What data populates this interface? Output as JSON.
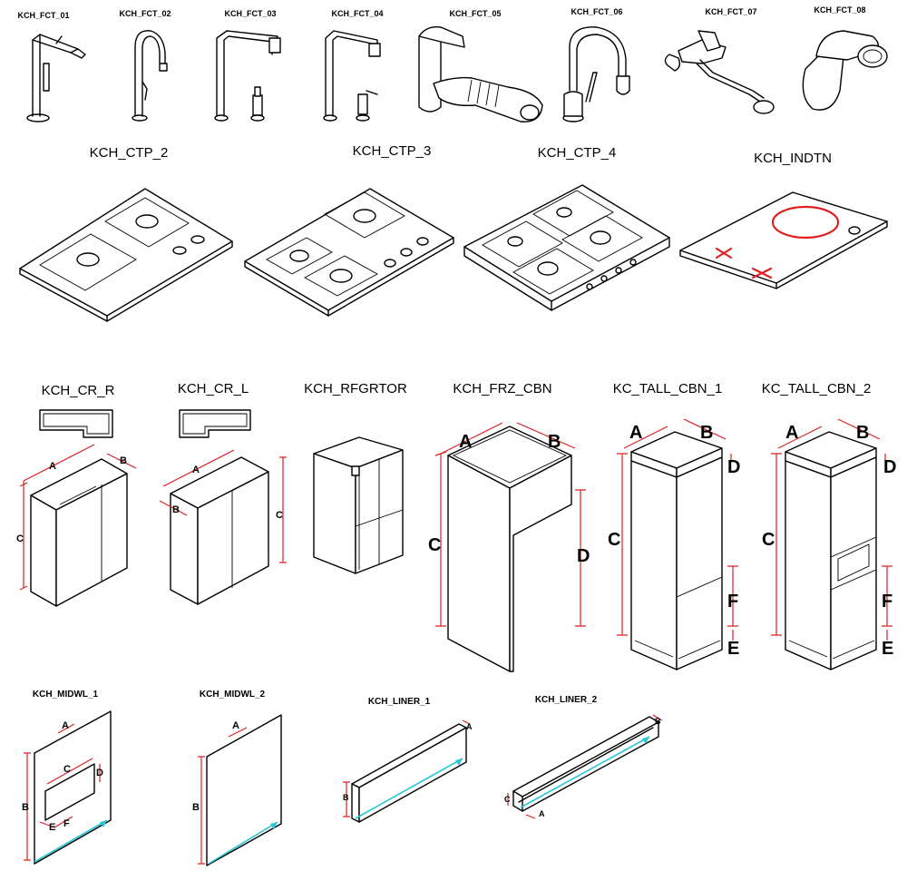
{
  "faucets": [
    "KCH_FCT_01",
    "KCH_FCT_02",
    "KCH_FCT_03",
    "KCH_FCT_04",
    "KCH_FCT_05",
    "KCH_FCT_06",
    "KCH_FCT_07",
    "KCH_FCT_08"
  ],
  "cooktops": [
    "KCH_CTP_2",
    "KCH_CTP_3",
    "KCH_CTP_4",
    "KCH_INDTN"
  ],
  "cabinets": [
    "KCH_CR_R",
    "KCH_CR_L",
    "KCH_RFGRTOR",
    "KCH_FRZ_CBN",
    "KC_TALL_CBN_1",
    "KC_TALL_CBN_2"
  ],
  "panels": [
    "KCH_MIDWL_1",
    "KCH_MIDWL_2",
    "KCH_LINER_1",
    "KCH_LINER_2"
  ],
  "dimension_letters": {
    "cr_r": [
      "A",
      "B",
      "C"
    ],
    "cr_l": [
      "A",
      "B",
      "C"
    ],
    "frz_cbn": [
      "A",
      "B",
      "C",
      "D"
    ],
    "tall_cbn_1": [
      "A",
      "B",
      "C",
      "D",
      "F",
      "E"
    ],
    "tall_cbn_2": [
      "A",
      "B",
      "C",
      "D",
      "F",
      "E"
    ],
    "midwl_1": [
      "A",
      "C",
      "D",
      "B",
      "E",
      "F"
    ],
    "midwl_2": [
      "A",
      "B"
    ],
    "liner_1": [
      "A",
      "B"
    ],
    "liner_2": [
      "B",
      "C",
      "A"
    ]
  },
  "colors": {
    "line": "#000000",
    "dimension": "#d92020",
    "induction_ring": "#e02020",
    "direction_arrow": "#28c6d6",
    "background": "#ffffff"
  }
}
